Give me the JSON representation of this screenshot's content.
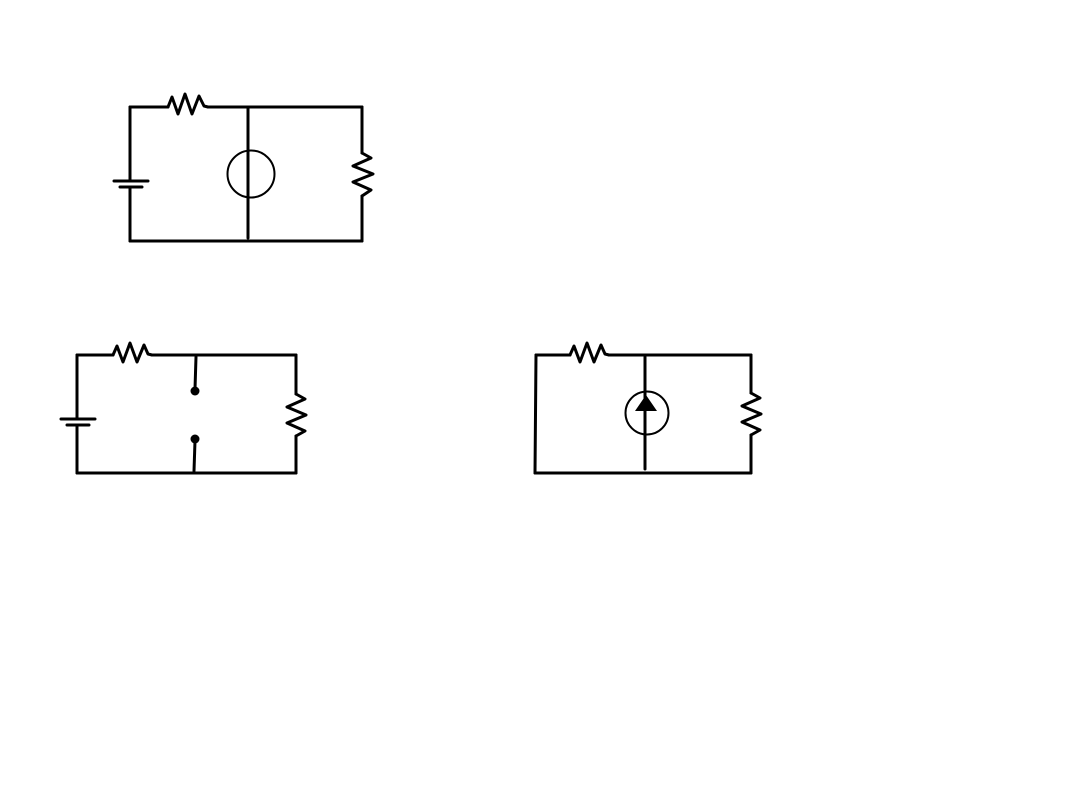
{
  "colors": {
    "background": "#ffffff",
    "ink": "#000000"
  },
  "circuits": [
    {
      "id": "circuit-voltage-source",
      "components": [
        "battery",
        "series-resistor",
        "voltage-source",
        "load-resistor"
      ]
    },
    {
      "id": "circuit-open-switch",
      "components": [
        "battery",
        "series-resistor",
        "open-switch",
        "load-resistor"
      ]
    },
    {
      "id": "circuit-current-source",
      "components": [
        "series-resistor",
        "current-source",
        "load-resistor"
      ]
    }
  ]
}
